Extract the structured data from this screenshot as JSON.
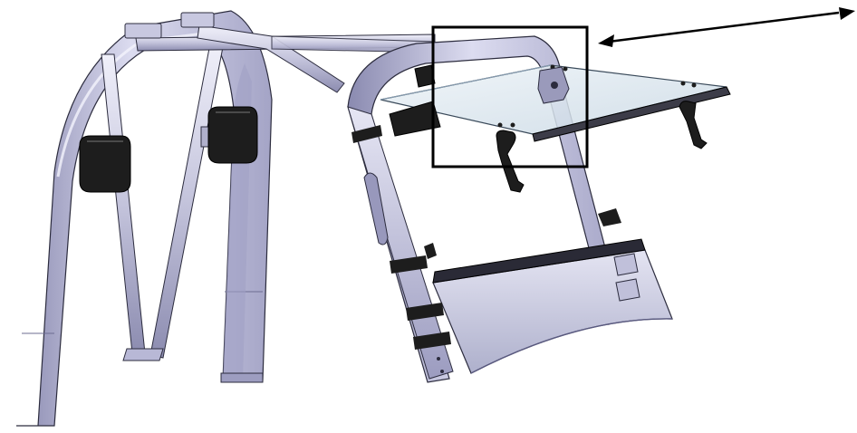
{
  "figure": {
    "subject": "utv-roll-cage-with-folding-windshield",
    "callout": {
      "shape": "rectangle",
      "pointer": "double-headed-arrow",
      "color": "#000000"
    },
    "colors": {
      "frame_light": "#d9d9ef",
      "frame_mid": "#b7b7d6",
      "frame_dark": "#7e7ea6",
      "outline": "#2c2c3e",
      "glass": "#d7e3ec",
      "hardware": "#1d1d1d",
      "background": "#ffffff"
    }
  }
}
